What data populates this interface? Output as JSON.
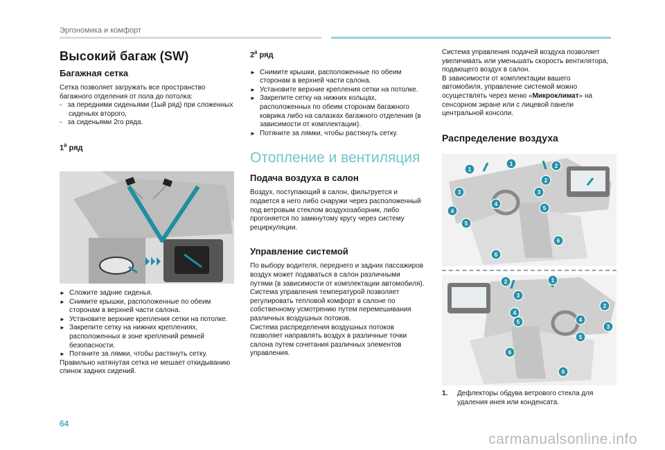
{
  "header": {
    "chapter": "Эргономика и комфорт"
  },
  "page_number": "64",
  "watermark": "carmanualsonline.info",
  "col1": {
    "title": "Высокий багаж (SW)",
    "subtitle": "Багажная сетка",
    "intro": "Сетка позволяет загружать все пространство багажного отделения от пола до потолка:",
    "dash1": "-   за передними сиденьями (1ый ряд) при сложенных сиденьях второго,",
    "dash2": "-   за сиденьями 2го ряда.",
    "row1_label": "1",
    "row1_sup": "й",
    "row1_suffix": " ряд",
    "steps": [
      "Сложите задние сиденья.",
      "Снимите крышки, расположенные по обеим сторонам в верхней части салона.",
      "Установите верхние крепления сетки на потолке.",
      "Закрепите сетку на нижних креплениях, расположенных в зоне креплений ремней безопасности.",
      "Потяните за лямки, чтобы растянуть сетку."
    ],
    "note": "Правильно натянутая сетка не мешает откидыванию спинок задних сидений."
  },
  "col2": {
    "row2_label": "2",
    "row2_sup": "й",
    "row2_suffix": " ряд",
    "steps": [
      "Снимите крышки, расположенные по обеим сторонам в верхней части салона.",
      "Установите верхние крепления сетки на потолке.",
      "Закрепите сетку на нижних кольцах, расположенных по обеим сторонам багажного коврика либо на салазках багажного отделения (в зависимости от комплектации).",
      "Потяните за лямки, чтобы растянуть сетку."
    ],
    "big_title": "Отопление и вентиляция",
    "supply_title": "Подача воздуха в салон",
    "supply_text": "Воздух, поступающий в салон, фильтруется и подается в него либо снаружи через расположенный под ветровым стеклом воздухозаборник, либо прогоняется по замкнутому кругу через систему рециркуляции.",
    "control_title": "Управление системой",
    "control_text": "По выбору водителя, переднего и задних пассажиров воздух может подаваться в салон различными путями (в зависимости от комплектации автомобиля).",
    "control_text2": "Система управления температурой позволяет регулировать тепловой комфорт в салоне по собственному усмотрению путем перемешивания различных воздушных потоков.",
    "control_text3": "Система распределения воздушных потоков позволяет направлять воздух в различные точки салона путем сочетания различных элементов управления."
  },
  "col3": {
    "p1": "Система управления подачей воздуха позволяет увеличивать или уменьшать скорость вентилятора, подающего воздух в салон.",
    "p2a": "В зависимости от комплектации вашего автомобиля, управление системой можно осуществлять через меню «",
    "p2b": "Микроклимат",
    "p2c": "» на сенсорном экране или с лицевой панели центральной консоли.",
    "dist_title": "Распределение воздуха",
    "item1_num": "1.",
    "item1_text": "Дефлекторы обдува ветрового стекла для удаления инея или конденсата."
  },
  "diagram_badges": {
    "top": [
      "1",
      "1",
      "2",
      "2",
      "3",
      "3",
      "4",
      "4",
      "5",
      "5",
      "6",
      "6"
    ],
    "bottom": [
      "1",
      "2",
      "2",
      "3",
      "3",
      "4",
      "4",
      "5",
      "5",
      "6",
      "6"
    ]
  },
  "colors": {
    "accent": "#6fc4cf",
    "badge": "#2a8fa8",
    "arrow": "#1f8ea3"
  }
}
